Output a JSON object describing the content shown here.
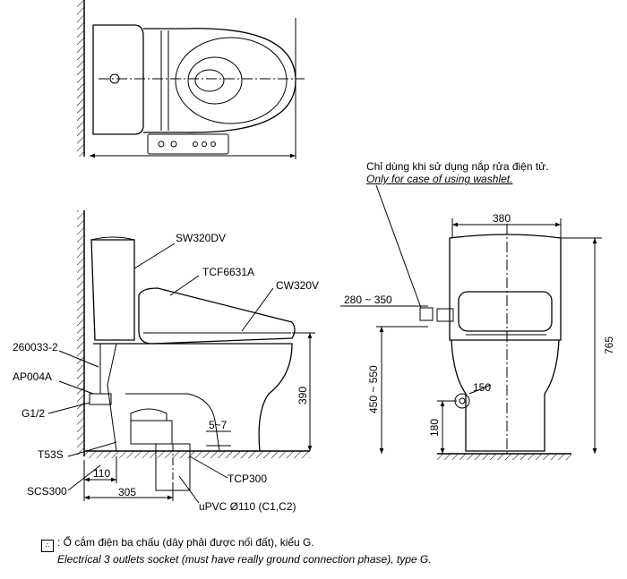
{
  "models": {
    "tank": "SW320DV",
    "seat_cover": "TCF6631A",
    "bowl": "CW320V"
  },
  "parts": {
    "part_1": "260033-2",
    "part_2": "AP004A",
    "part_3": "G1/2",
    "part_4": "T53S",
    "part_5": "SCS300",
    "part_6": "TCP300",
    "pipe": "uPVC Ø110 (C1,C2)"
  },
  "dimensions": {
    "side_height": "390",
    "gap": "5~7",
    "wall_to_pipe": "110",
    "wall_to_outlet": "305",
    "front_width": "380",
    "socket_range": "280 ~ 350",
    "socket_height": "450 ~ 550",
    "total_height": "765",
    "valve_offset": "150",
    "valve_height": "180"
  },
  "notes": {
    "washlet_vi": "Chỉ dùng khi sử dụng nắp rửa điện tử.",
    "washlet_en": "Only for case of using washlet.",
    "socket_symbol": "∴",
    "socket_vi": ": Ổ cắm điện ba chấu (dây phải được nối đất), kiểu G.",
    "socket_en": "Electrical 3 outlets socket (must have really ground connection phase), type G."
  }
}
